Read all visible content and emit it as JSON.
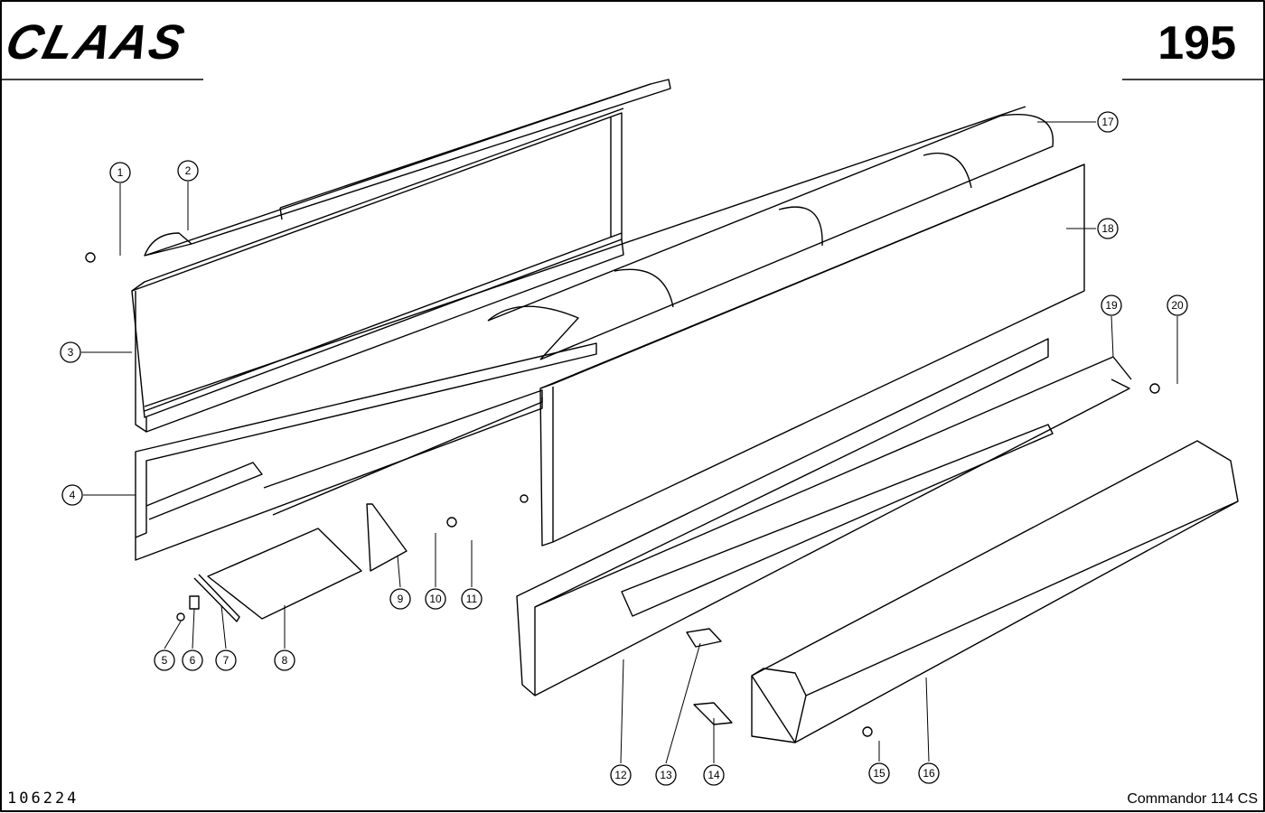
{
  "header": {
    "brand": "CLAAS",
    "page_number": "195"
  },
  "footer": {
    "document_number": "106224",
    "model": "Commandor 114 CS"
  },
  "callouts": [
    "1",
    "2",
    "3",
    "4",
    "5",
    "6",
    "7",
    "8",
    "9",
    "10",
    "11",
    "12",
    "13",
    "14",
    "15",
    "16",
    "17",
    "18",
    "19",
    "20"
  ]
}
